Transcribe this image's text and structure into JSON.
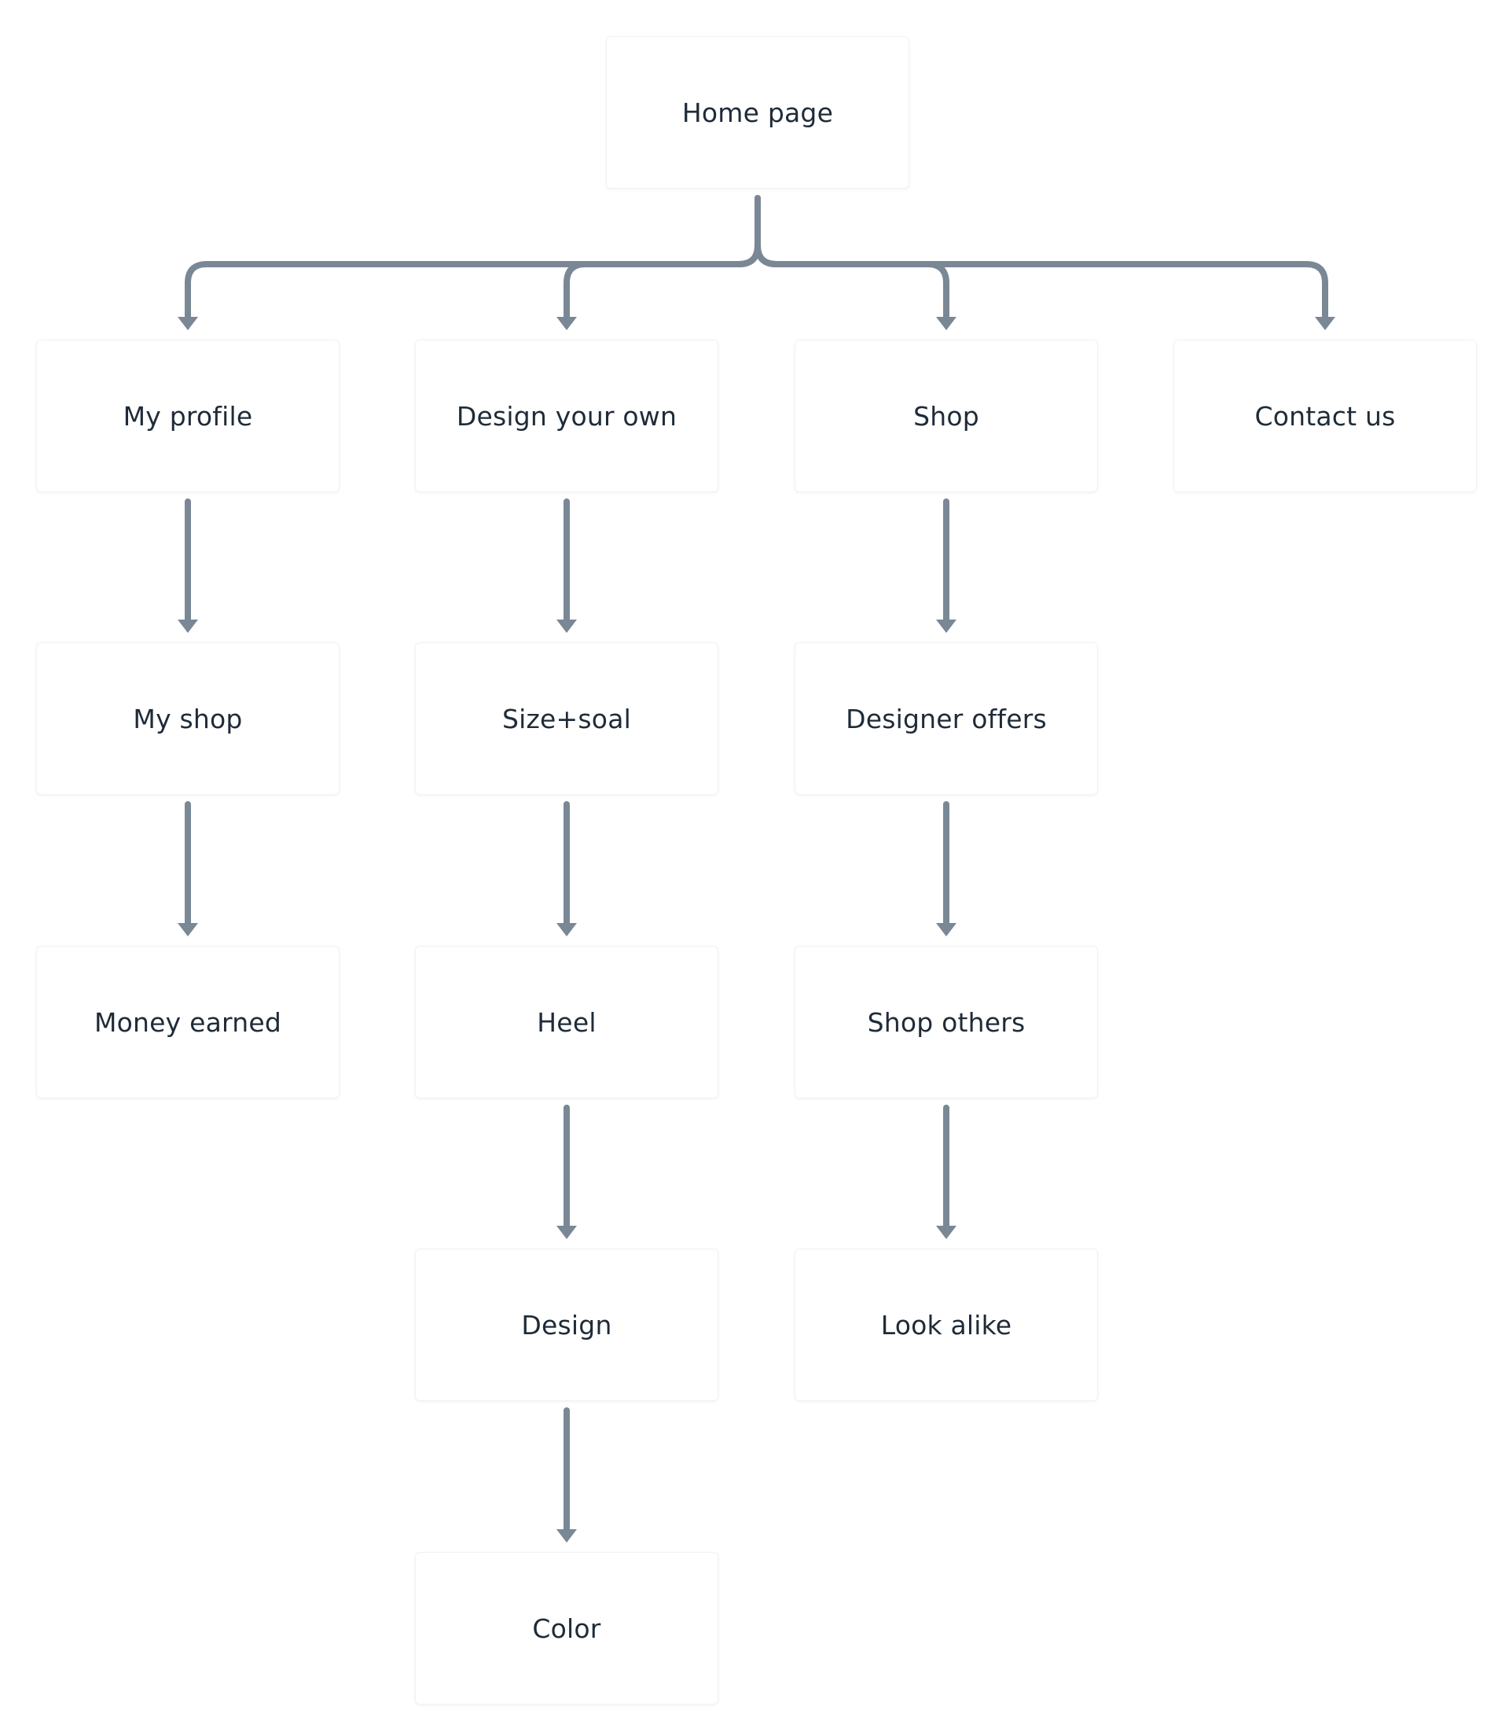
{
  "diagram": {
    "connector_color": "#7a8795",
    "text_color": "#1f2b38",
    "nodes": {
      "home": "Home page",
      "profile": "My profile",
      "design_your_own": "Design your own",
      "shop": "Shop",
      "contact": "Contact us",
      "my_shop": "My shop",
      "size_soal": "Size+soal",
      "designer_offers": "Designer offers",
      "money_earned": "Money earned",
      "heel": "Heel",
      "shop_others": "Shop others",
      "design": "Design",
      "look_alike": "Look alike",
      "color": "Color"
    },
    "edges": [
      [
        "home",
        "profile"
      ],
      [
        "home",
        "design_your_own"
      ],
      [
        "home",
        "shop"
      ],
      [
        "home",
        "contact"
      ],
      [
        "profile",
        "my_shop"
      ],
      [
        "my_shop",
        "money_earned"
      ],
      [
        "design_your_own",
        "size_soal"
      ],
      [
        "size_soal",
        "heel"
      ],
      [
        "heel",
        "design"
      ],
      [
        "design",
        "color"
      ],
      [
        "shop",
        "designer_offers"
      ],
      [
        "designer_offers",
        "shop_others"
      ],
      [
        "shop_others",
        "look_alike"
      ]
    ]
  }
}
